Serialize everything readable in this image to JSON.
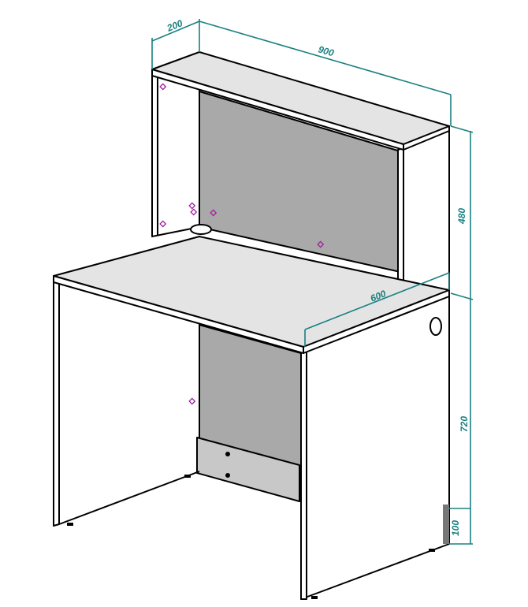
{
  "title": "Desk with hutch - isometric dimension drawing",
  "colors": {
    "dimension": "#1a8080",
    "panel_gray": "#a9a9a9",
    "top_surface": "#e4e4e4",
    "holes": "#a020a0"
  },
  "dimensions": {
    "hutch_depth": "200",
    "width": "900",
    "hutch_height": "480",
    "desk_depth": "600",
    "desk_height": "720",
    "plinth_height": "100"
  }
}
